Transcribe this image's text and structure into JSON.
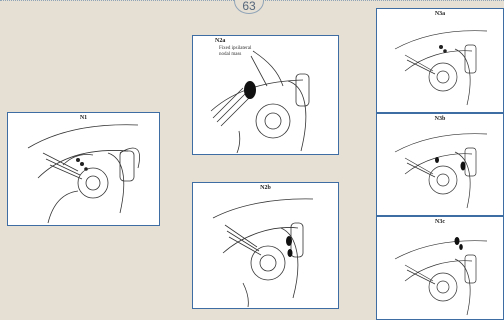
{
  "page": {
    "number": "63"
  },
  "panels": [
    {
      "id": "N1",
      "label": "N1",
      "nodes": [
        [
          82,
          156
        ]
      ]
    },
    {
      "id": "N2a",
      "label": "N2a",
      "annotation": "Fixed ipsilateral\nnodal mass",
      "nodes": [
        [
          249,
          87
        ]
      ]
    },
    {
      "id": "N2b",
      "label": "N2b",
      "nodes": [
        [
          287,
          240
        ]
      ]
    },
    {
      "id": "N3a",
      "label": "N3a",
      "nodes": [
        [
          440,
          46
        ]
      ]
    },
    {
      "id": "N3b",
      "label": "N3b",
      "nodes": [
        [
          452,
          160
        ]
      ]
    },
    {
      "id": "N3c",
      "label": "N3c",
      "nodes": [
        [
          455,
          238
        ]
      ]
    }
  ],
  "colors": {
    "frame": "#3e6da4",
    "background": "#e6e0d4",
    "line": "#333333"
  }
}
